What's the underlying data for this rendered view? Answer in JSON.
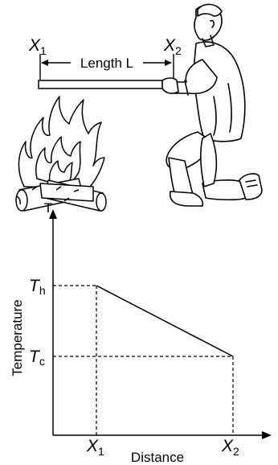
{
  "top": {
    "x1": {
      "main": "X",
      "sub": "1"
    },
    "x2": {
      "main": "X",
      "sub": "2"
    },
    "length_label": "Length L"
  },
  "graph": {
    "t_axis": "T",
    "y_axis_label": "Temperature",
    "x_axis_label": "Distance",
    "th": {
      "main": "T",
      "sub": "h"
    },
    "tc": {
      "main": "T",
      "sub": "c"
    },
    "x1": {
      "main": "X",
      "sub": "1"
    },
    "x2": {
      "main": "X",
      "sub": "2"
    }
  },
  "colors": {
    "ink": "#000000",
    "background": "#ffffff"
  },
  "icons": [
    "campfire-icon",
    "kneeling-man-icon"
  ]
}
